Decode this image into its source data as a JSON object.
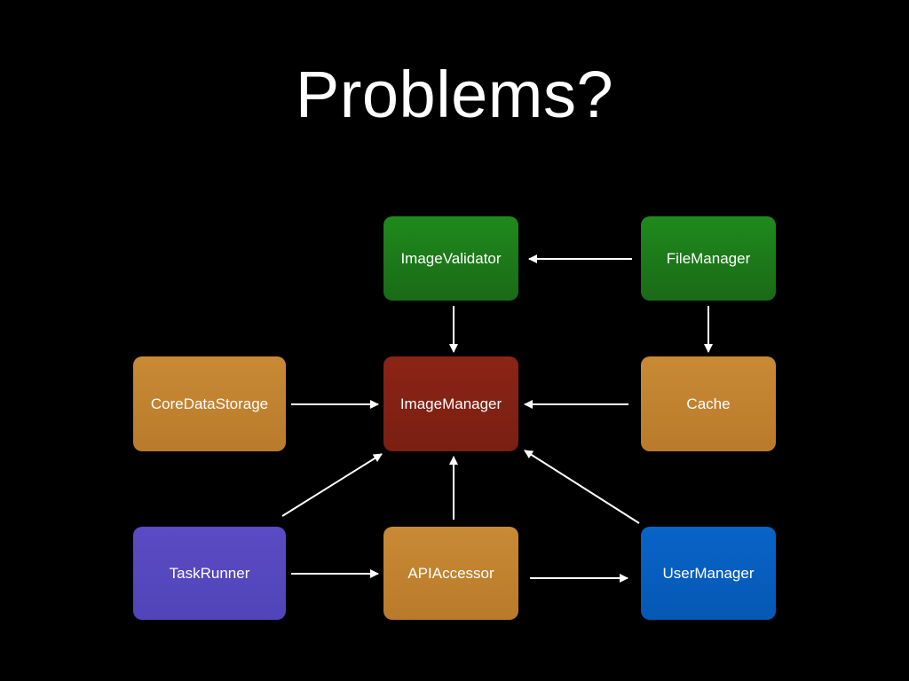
{
  "slide": {
    "title": "Problems?",
    "background_color": "#000000",
    "text_color": "#ffffff"
  },
  "nodes": [
    {
      "id": "imagevalidator",
      "label": "ImageValidator",
      "color": "#1f8a1c",
      "gradient_to": "#1a6a17"
    },
    {
      "id": "filemanager",
      "label": "FileManager",
      "color": "#1f8a1c",
      "gradient_to": "#1a6a17"
    },
    {
      "id": "coredatastorage",
      "label": "CoreDataStorage",
      "color": "#c98a35",
      "gradient_to": "#b97b2b"
    },
    {
      "id": "imagemanager",
      "label": "ImageManager",
      "color": "#8b2416",
      "gradient_to": "#7a1f13"
    },
    {
      "id": "cache",
      "label": "Cache",
      "color": "#c98a35",
      "gradient_to": "#b97b2b"
    },
    {
      "id": "taskrunner",
      "label": "TaskRunner",
      "color": "#5b4bc4",
      "gradient_to": "#5144b8"
    },
    {
      "id": "apiaccessor",
      "label": "APIAccessor",
      "color": "#c98a35",
      "gradient_to": "#b97b2b"
    },
    {
      "id": "usermanager",
      "label": "UserManager",
      "color": "#0864c8",
      "gradient_to": "#0658b4"
    }
  ],
  "edges": [
    {
      "from": "filemanager",
      "to": "imagevalidator"
    },
    {
      "from": "imagevalidator",
      "to": "imagemanager"
    },
    {
      "from": "filemanager",
      "to": "cache"
    },
    {
      "from": "coredatastorage",
      "to": "imagemanager"
    },
    {
      "from": "cache",
      "to": "imagemanager"
    },
    {
      "from": "taskrunner",
      "to": "imagemanager"
    },
    {
      "from": "apiaccessor",
      "to": "imagemanager"
    },
    {
      "from": "usermanager",
      "to": "imagemanager"
    },
    {
      "from": "taskrunner",
      "to": "apiaccessor"
    },
    {
      "from": "apiaccessor",
      "to": "usermanager"
    }
  ],
  "arrow_color": "#ffffff"
}
